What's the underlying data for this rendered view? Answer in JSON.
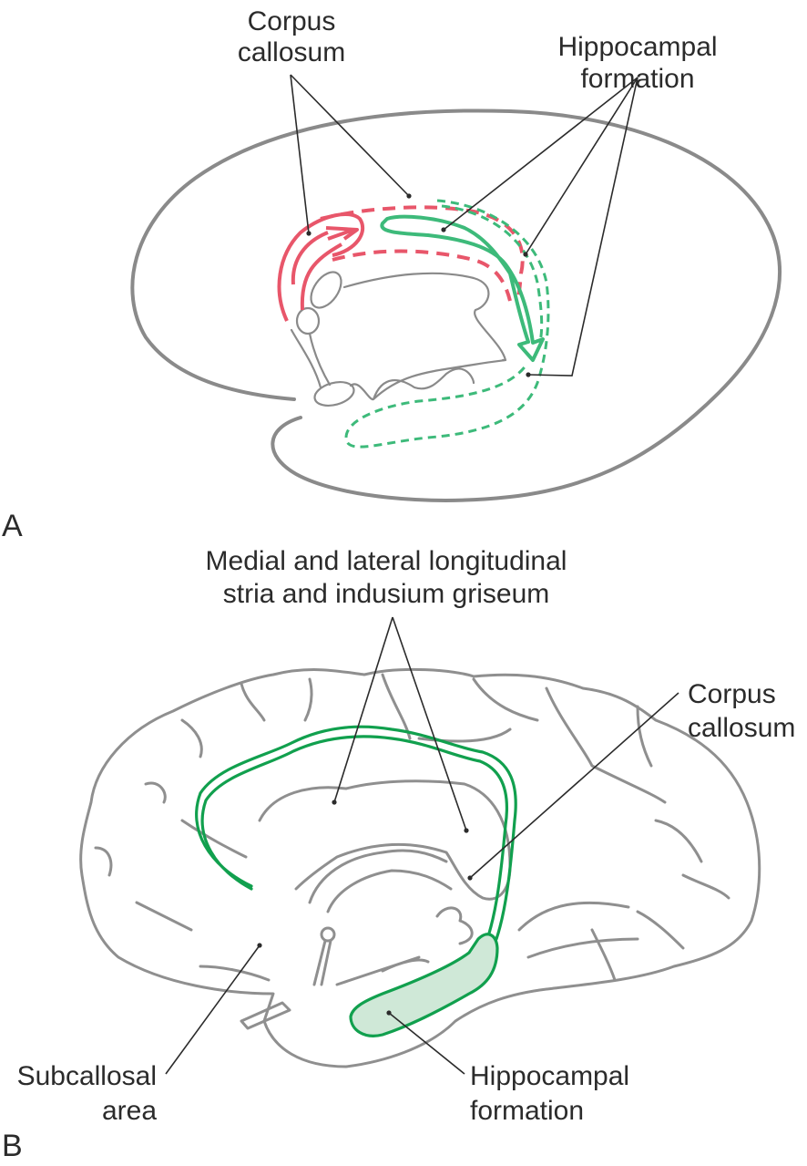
{
  "figure": {
    "panels": [
      {
        "id": "A",
        "label": "A",
        "callouts": [
          {
            "id": "corpus-callosum",
            "lines": [
              "Corpus",
              "callosum"
            ]
          },
          {
            "id": "hippocampal-formation",
            "lines": [
              "Hippocampal",
              "formation"
            ]
          }
        ],
        "legend_colors": {
          "corpus_callosum": "#e8566a",
          "hippocampal_formation": "#3dba7a",
          "brain_outline": "#8a8a8a"
        }
      },
      {
        "id": "B",
        "label": "B",
        "callouts": [
          {
            "id": "longitudinal-stria",
            "lines": [
              "Medial and lateral longitudinal",
              "stria and indusium griseum"
            ]
          },
          {
            "id": "corpus-callosum",
            "lines": [
              "Corpus",
              "callosum"
            ]
          },
          {
            "id": "subcallosal-area",
            "lines": [
              "Subcallosal",
              "area"
            ]
          },
          {
            "id": "hippocampal-formation",
            "lines": [
              "Hippocampal",
              "formation"
            ]
          }
        ],
        "legend_colors": {
          "stria_outline": "#11a04e",
          "hippocampus_fill": "#cfe8d7",
          "brain_outline": "#8f8f8f"
        }
      }
    ]
  }
}
